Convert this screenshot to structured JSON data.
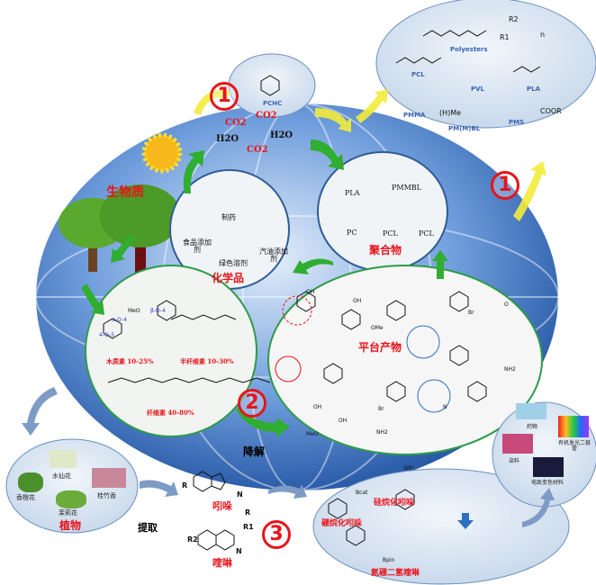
{
  "polymers_bubble": {
    "labels": [
      "Polyesters",
      "PCL",
      "PVL",
      "PLA",
      "PMMA",
      "PM(M)BL",
      "PMS"
    ],
    "fragments": {
      "r1": "R1",
      "r2": "R2",
      "hme": "(H)Me",
      "coor": "COOR",
      "n": "n"
    }
  },
  "pchc_bubble": {
    "label": "PCHC"
  },
  "steps": [
    "1",
    "1",
    "2",
    "3"
  ],
  "atmosphere": {
    "co2": [
      "CO2",
      "CO2",
      "CO2"
    ],
    "h2o": [
      "H2O",
      "H2O"
    ]
  },
  "biomass": {
    "title": "生物质"
  },
  "chemicals": {
    "title": "化学品",
    "items": [
      "制药",
      "食品添加剂",
      "绿色溶剂",
      "汽油添加剂"
    ]
  },
  "polymer_products": {
    "title": "聚合物",
    "items": [
      "PLA",
      "PMMBL",
      "PC",
      "PCL",
      "PCL"
    ]
  },
  "lignocellulose": {
    "linkages": [
      "α-O-4",
      "β-O-4",
      "4-O-5"
    ],
    "meo": "MeO",
    "components": [
      "木质素 10-25%",
      "半纤维素 10-30%",
      "纤维素 40-80%"
    ]
  },
  "platform": {
    "title": "平台产物",
    "groups": [
      "OH",
      "OH",
      "Br",
      "Br",
      "NH2",
      "NH2",
      "OMe",
      "MeO",
      "OH",
      "OH",
      "N",
      "O"
    ]
  },
  "arrows": {
    "degrade": "降解",
    "extract": "提取"
  },
  "plants": {
    "title": "植物",
    "items": [
      "水仙花",
      "香橙花",
      "桂竹香",
      "茉莉花"
    ]
  },
  "heterocycles": {
    "indole": "吲哚",
    "quinoline": "喹啉",
    "r": "R",
    "r1": "R1",
    "r2": "R2",
    "n": "N"
  },
  "functionalized": {
    "items": [
      "硅烷化吲哚",
      "硼烷化吲哚",
      "氮硼二氢喹啉"
    ],
    "groups": [
      "SiR'",
      "Bcat",
      "Bpin"
    ]
  },
  "applications": {
    "items": [
      "药物",
      "有机发光二极管",
      "染料",
      "电致变色材料"
    ]
  },
  "colors": {
    "accent_red": "#e8141c",
    "bubble": "#dde8f4",
    "globe": "#3d72c4",
    "arrow_green": "#2fae2f",
    "arrow_yellow": "#f2ec3a"
  }
}
